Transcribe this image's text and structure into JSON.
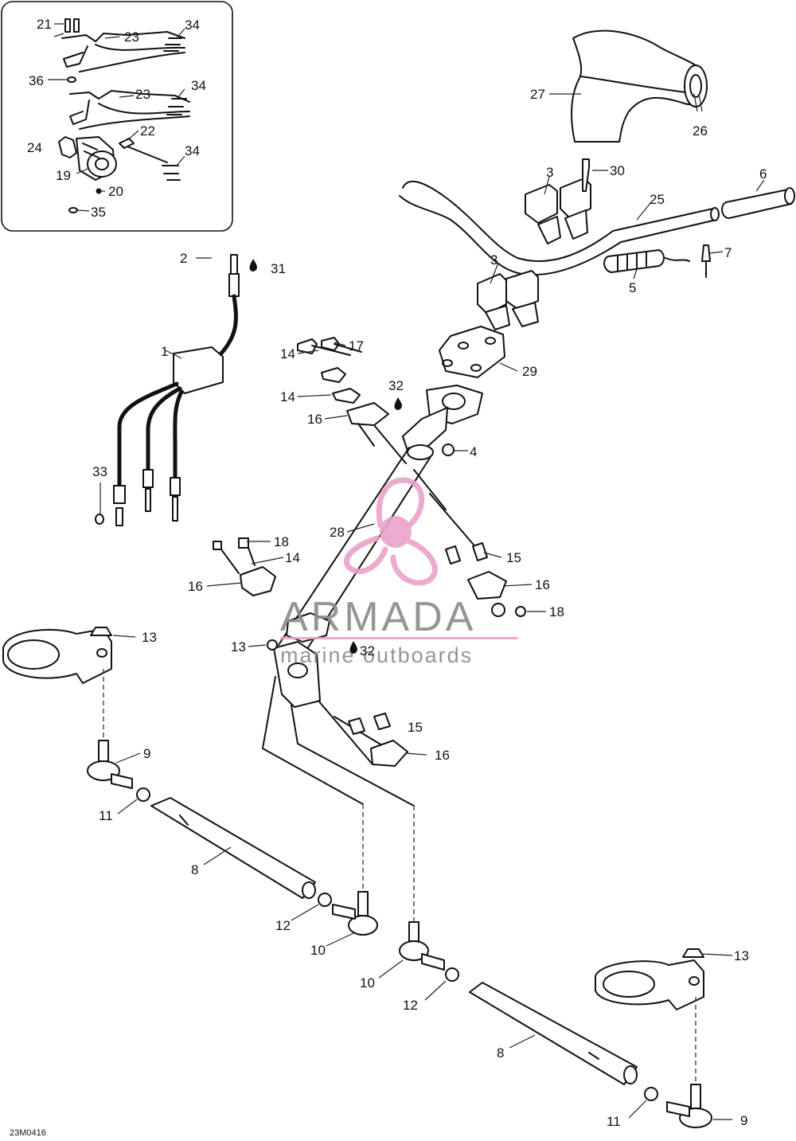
{
  "diagram": {
    "code": "23M0416",
    "watermark": {
      "brand": "ARMADA",
      "tagline": "marine outboards",
      "accent_color": "#e8a3c9",
      "text_color": "#8a8a8a"
    },
    "callouts": {
      "c1": "1",
      "c2": "2",
      "c3a": "3",
      "c3b": "3",
      "c4": "4",
      "c5": "5",
      "c6": "6",
      "c7": "7",
      "c8a": "8",
      "c8b": "8",
      "c9a": "9",
      "c9b": "9",
      "c10a": "10",
      "c10b": "10",
      "c11a": "11",
      "c11b": "11",
      "c12a": "12",
      "c12b": "12",
      "c13a": "13",
      "c13b": "13",
      "c13c": "13",
      "c14a": "14",
      "c14b": "14",
      "c14c": "14",
      "c15a": "15",
      "c15b": "15",
      "c16a": "16",
      "c16b": "16",
      "c16c": "16",
      "c16d": "16",
      "c17": "17",
      "c18a": "18",
      "c18b": "18",
      "c19": "19",
      "c20": "20",
      "c21": "21",
      "c22": "22",
      "c23a": "23",
      "c23b": "23",
      "c24": "24",
      "c25": "25",
      "c26": "26",
      "c27": "27",
      "c28": "28",
      "c29": "29",
      "c30": "30",
      "c31": "31",
      "c32a": "32",
      "c32b": "32",
      "c33": "33",
      "c34a": "34",
      "c34b": "34",
      "c34c": "34",
      "c35": "35",
      "c36": "36"
    }
  }
}
